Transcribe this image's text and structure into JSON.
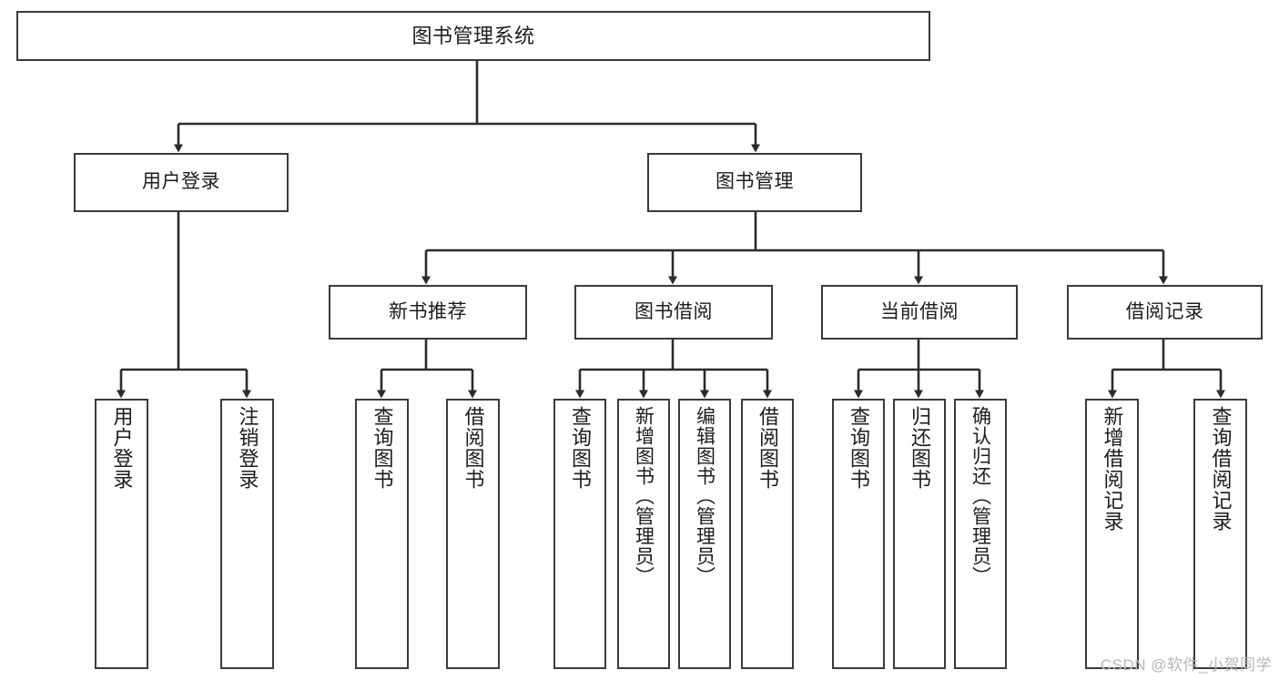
{
  "diagram": {
    "title": "图书管理系统",
    "type": "hierarchy-tree",
    "root": {
      "label": "图书管理系统"
    },
    "level2": [
      {
        "label": "用户登录"
      },
      {
        "label": "图书管理"
      }
    ],
    "level3": [
      {
        "label": "新书推荐"
      },
      {
        "label": "图书借阅"
      },
      {
        "label": "当前借阅"
      },
      {
        "label": "借阅记录"
      }
    ],
    "leaves": [
      {
        "label": "用户登录",
        "parent": "用户登录"
      },
      {
        "label": "注销登录",
        "parent": "用户登录"
      },
      {
        "label": "查询图书",
        "parent": "新书推荐"
      },
      {
        "label": "借阅图书",
        "parent": "新书推荐"
      },
      {
        "label": "查询图书",
        "parent": "图书借阅"
      },
      {
        "label": "新增图书（管理员）",
        "parent": "图书借阅"
      },
      {
        "label": "编辑图书（管理员）",
        "parent": "图书借阅"
      },
      {
        "label": "借阅图书",
        "parent": "图书借阅"
      },
      {
        "label": "查询图书",
        "parent": "当前借阅"
      },
      {
        "label": "归还图书",
        "parent": "当前借阅"
      },
      {
        "label": "确认归还（管理员）",
        "parent": "当前借阅"
      },
      {
        "label": "新增借阅记录",
        "parent": "借阅记录"
      },
      {
        "label": "查询借阅记录",
        "parent": "借阅记录"
      }
    ],
    "colors": {
      "box_border": "#3a3a3a",
      "box_fill": "#ffffff",
      "line": "#2b2b2b",
      "text": "#1c1c1c",
      "watermark": "#b8b8b8"
    }
  },
  "watermark": {
    "text": "CSDN @软件_小贺同学"
  }
}
